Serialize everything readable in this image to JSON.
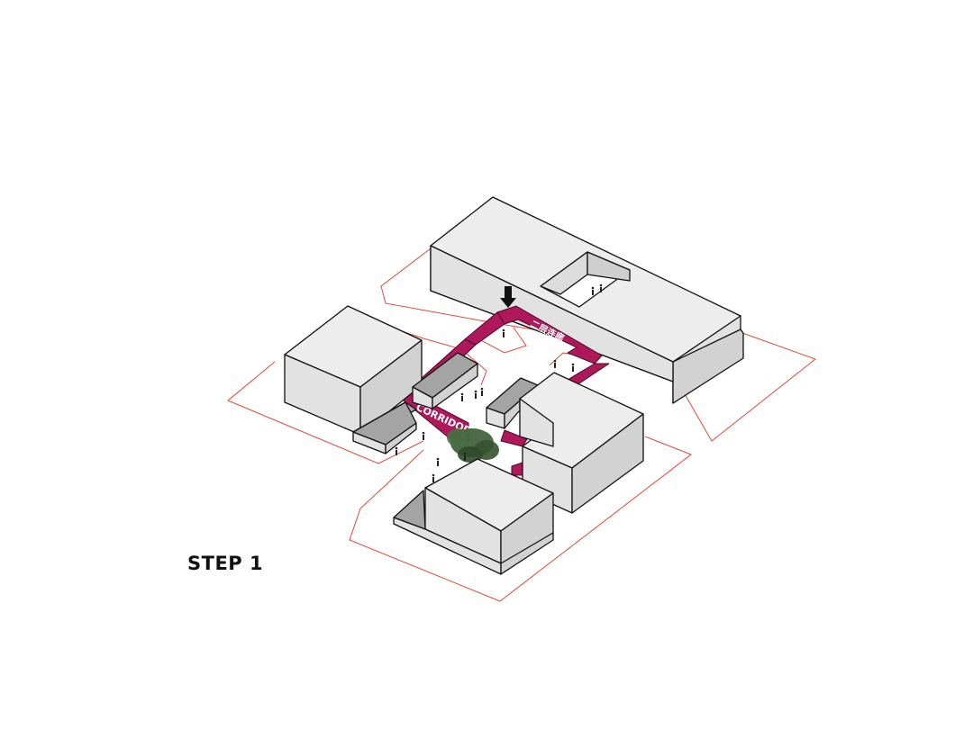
{
  "step_label": "STEP 1",
  "corridor_label": "CORRIDOR",
  "corridor_label_upper": "二层连廊",
  "colors": {
    "corridor": "#b0185c",
    "site_boundary": "#e04a38",
    "building_top": "#ededed",
    "building_side_left": "#e2e2e2",
    "building_side_right": "#d2d2d2",
    "tree": "#3d5e36"
  },
  "icons": {
    "entrance_arrow": "arrow-down-icon",
    "tree": "tree-icon",
    "people": "person-icon"
  }
}
